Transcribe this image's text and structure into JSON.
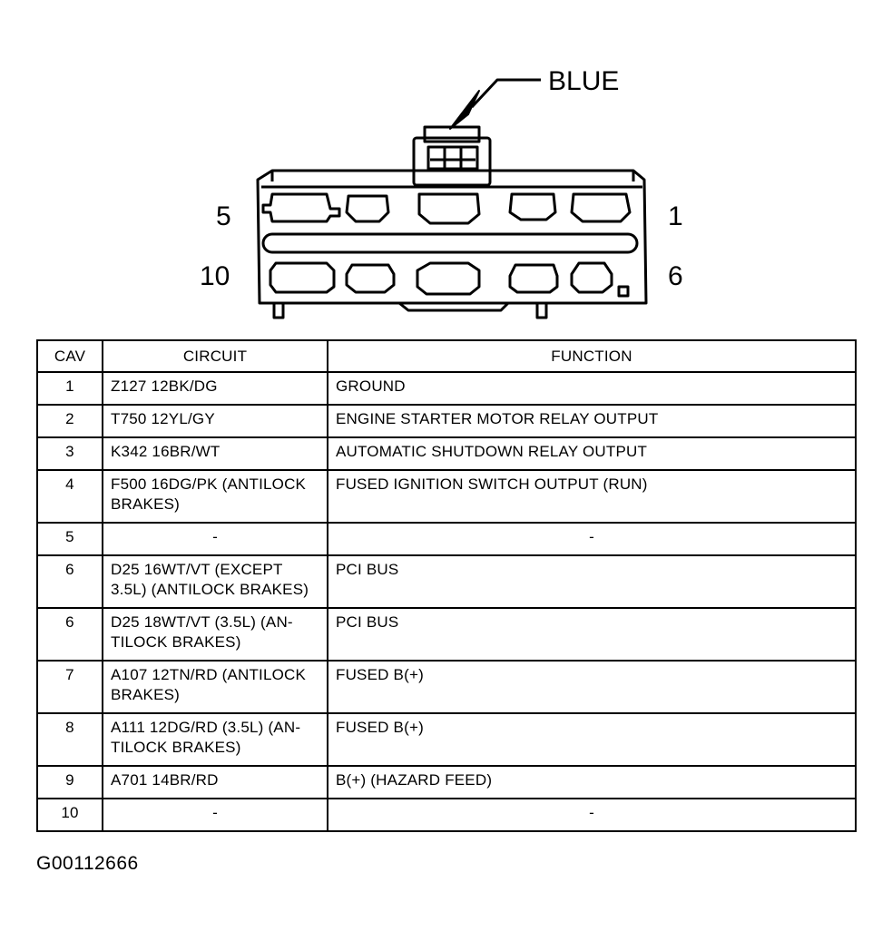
{
  "diagram": {
    "color_label": "BLUE",
    "pin_labels": {
      "top_left": "5",
      "top_right": "1",
      "bottom_left": "10",
      "bottom_right": "6"
    }
  },
  "table": {
    "headers": {
      "cav": "CAV",
      "circuit": "CIRCUIT",
      "function": "FUNCTION"
    },
    "rows": [
      {
        "cav": "1",
        "circuit": "Z127 12BK/DG",
        "function": "GROUND"
      },
      {
        "cav": "2",
        "circuit": "T750 12YL/GY",
        "function": "ENGINE STARTER MOTOR RELAY OUTPUT"
      },
      {
        "cav": "3",
        "circuit": "K342 16BR/WT",
        "function": "AUTOMATIC SHUTDOWN RELAY OUTPUT"
      },
      {
        "cav": "4",
        "circuit": "F500 16DG/PK (ANTILOCK BRAKES)",
        "function": "FUSED IGNITION SWITCH OUTPUT (RUN)"
      },
      {
        "cav": "5",
        "circuit": "-",
        "function": "-"
      },
      {
        "cav": "6",
        "circuit": "D25 16WT/VT (EXCEPT 3.5L) (ANTILOCK BRAKES)",
        "function": "PCI BUS"
      },
      {
        "cav": "6",
        "circuit": "D25 18WT/VT (3.5L) (AN-TILOCK BRAKES)",
        "function": "PCI BUS"
      },
      {
        "cav": "7",
        "circuit": "A107 12TN/RD (ANTILOCK BRAKES)",
        "function": "FUSED B(+)"
      },
      {
        "cav": "8",
        "circuit": "A111 12DG/RD (3.5L) (AN-TILOCK BRAKES)",
        "function": "FUSED B(+)"
      },
      {
        "cav": "9",
        "circuit": "A701 14BR/RD",
        "function": "B(+) (HAZARD FEED)"
      },
      {
        "cav": "10",
        "circuit": "-",
        "function": "-"
      }
    ]
  },
  "figure_id": "G00112666"
}
